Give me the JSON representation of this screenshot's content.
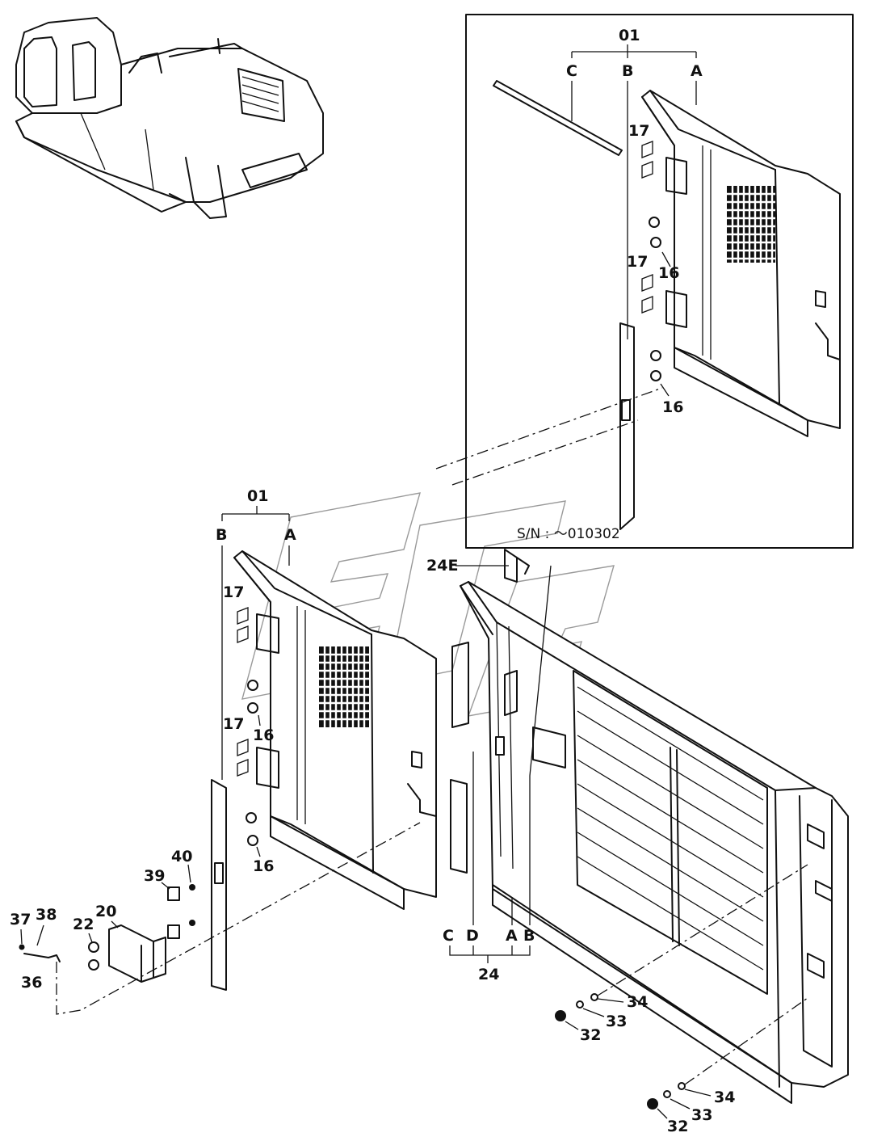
{
  "serial_note": "S/N : ～010302",
  "assembly_labels": {
    "inset_assembly": "01",
    "main_assembly": "01",
    "door_assembly": "24",
    "door_extra": "24E"
  },
  "ref_letters": {
    "inset": [
      "C",
      "B",
      "A"
    ],
    "main": [
      "B",
      "A"
    ],
    "door": [
      "C",
      "D",
      "A",
      "B"
    ]
  },
  "part_callouts": {
    "p16": "16",
    "p17": "17",
    "p20": "20",
    "p22": "22",
    "p32": "32",
    "p33": "33",
    "p34": "34",
    "p36": "36",
    "p37": "37",
    "p38": "38",
    "p39": "39",
    "p40": "40"
  }
}
